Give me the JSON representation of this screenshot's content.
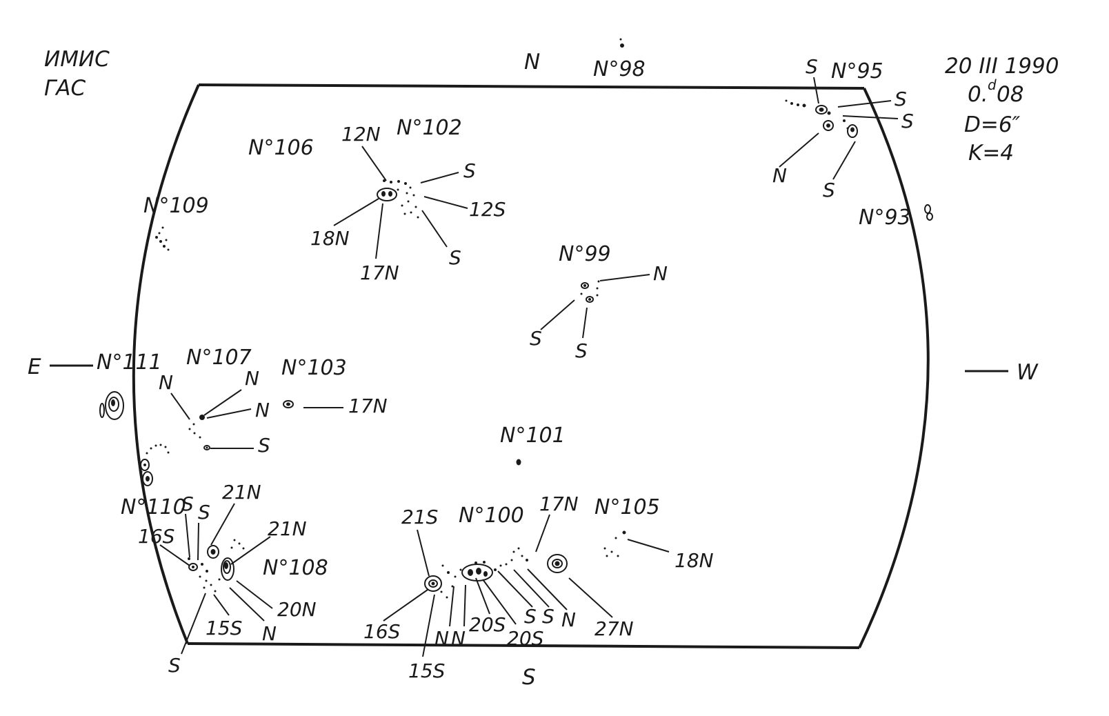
{
  "header": {
    "institute_line1": "ИМИС",
    "institute_line2": "ГАС",
    "date": "20 III 1990",
    "time_base": "0.",
    "time_sup": "d",
    "time_frac": "08",
    "diameter": "D=6″",
    "k_index": "K=4"
  },
  "compass": {
    "north": "N",
    "south": "S",
    "east": "E",
    "west": "W"
  },
  "groups": {
    "g98": "N°98",
    "g95": "N°95",
    "g93": "N°93",
    "g102": "N°102",
    "g106": "N°106",
    "g109": "N°109",
    "g99": "N°99",
    "g111": "N°111",
    "g107": "N°107",
    "g103": "N°103",
    "g101": "N°101",
    "g110": "N°110",
    "g108": "N°108",
    "g100": "N°100",
    "g105": "N°105"
  },
  "polarity_labels": {
    "p95_s_top": "S",
    "p95_s_r1": "S",
    "p95_s_r2": "S",
    "p95_n": "N",
    "p95_s_bot": "S",
    "p102_12n": "12N",
    "p102_s_top": "S",
    "p102_12s": "12S",
    "p102_s_bot": "S",
    "p102_18n": "18N",
    "p102_17n": "17N",
    "p99_n": "N",
    "p99_s1": "S",
    "p99_s2": "S",
    "p107_n_left": "N",
    "p107_n_top": "N",
    "p107_n_mid": "N",
    "p107_s": "S",
    "p103_17n": "17N",
    "p110_s1": "S",
    "p110_s2": "S",
    "p110_16s": "16S",
    "p108_21n_top": "21N",
    "p108_21n_right": "21N",
    "p108_20n": "20N",
    "p108_15s": "15S",
    "p108_n": "N",
    "p108_s_bot": "S",
    "p100_21s": "21S",
    "p100_17n": "17N",
    "p100_16s": "16S",
    "p100_15s": "15S",
    "p100_n1": "N",
    "p100_n2": "N",
    "p100_20s_a": "20S",
    "p100_20s_b": "20S",
    "p100_s1": "S",
    "p100_s2": "S",
    "p100_n3": "N",
    "p100_27n": "27N",
    "p105_18n": "18N"
  }
}
